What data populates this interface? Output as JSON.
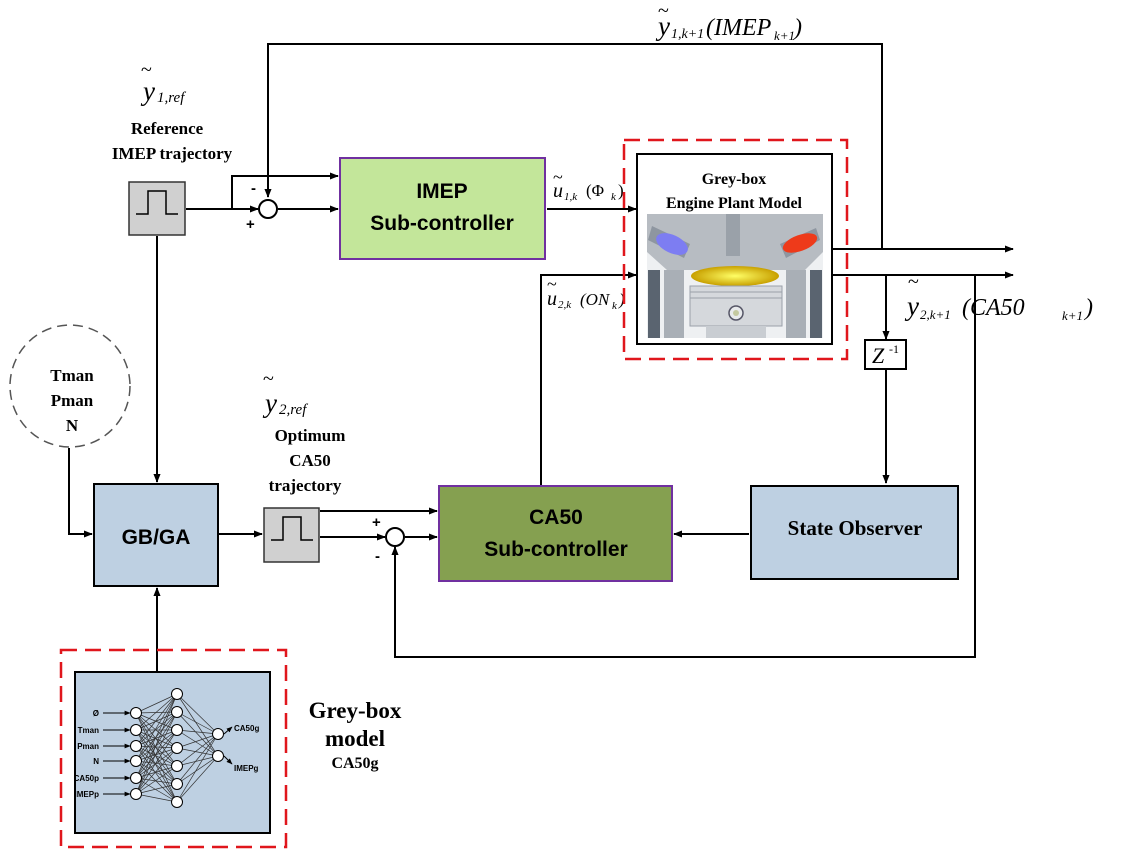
{
  "colors": {
    "light_blue": "#bed0e2",
    "light_green": "#c3e69a",
    "olive_green": "#85a050",
    "ref_gray": "#d0d0d0",
    "red_dash": "#e0161c",
    "purple_border": "#7030a0",
    "wire": "#000000"
  },
  "imep_ref": {
    "symbol": "y",
    "subscript": "1,ref",
    "title_line1": "Reference",
    "title_line2": "IMEP trajectory"
  },
  "feedback_top": {
    "symbol": "y",
    "subscript": "1,k+1",
    "text": "(IMEP",
    "sub2": "k+1",
    "close": ")"
  },
  "imep_controller": {
    "line1": "IMEP",
    "line2": "Sub-controller"
  },
  "u1": {
    "symbol": "u",
    "subscript": "1,k",
    "text": "(Φ",
    "sub2": "k",
    "close": ")"
  },
  "u2": {
    "symbol": "u",
    "subscript": "2,k",
    "text": "(ON",
    "sub2": "k",
    "close": ")"
  },
  "engine": {
    "line1": "Grey-box",
    "line2": "Engine Plant Model"
  },
  "output2": {
    "symbol": "y",
    "subscript": "2,k+1",
    "text": "(CA50",
    "sub2": "k+1",
    "close": ")"
  },
  "delay": {
    "symbol": "Z",
    "sup": "-1"
  },
  "operating_point": {
    "line1": "Tman",
    "line2": "Pman",
    "line3": "N"
  },
  "ca50_ref": {
    "symbol": "y",
    "subscript": "2,ref",
    "title_line1": "Optimum",
    "title_line2": "CA50",
    "title_line3": "trajectory"
  },
  "gbga": {
    "label": "GB/GA"
  },
  "ca50_controller": {
    "line1": "CA50",
    "line2": "Sub-controller"
  },
  "observer": {
    "label": "State Observer"
  },
  "signs": {
    "plus": "+",
    "minus": "-"
  },
  "greybox_model": {
    "line1": "Grey-box",
    "line2": "model",
    "line3": "CA50g",
    "nn_inputs": [
      "Ø",
      "Tman",
      "Pman",
      "N",
      "CA50p",
      "IMEPp"
    ],
    "nn_outputs": [
      "CA50g",
      "IMEPg"
    ]
  }
}
